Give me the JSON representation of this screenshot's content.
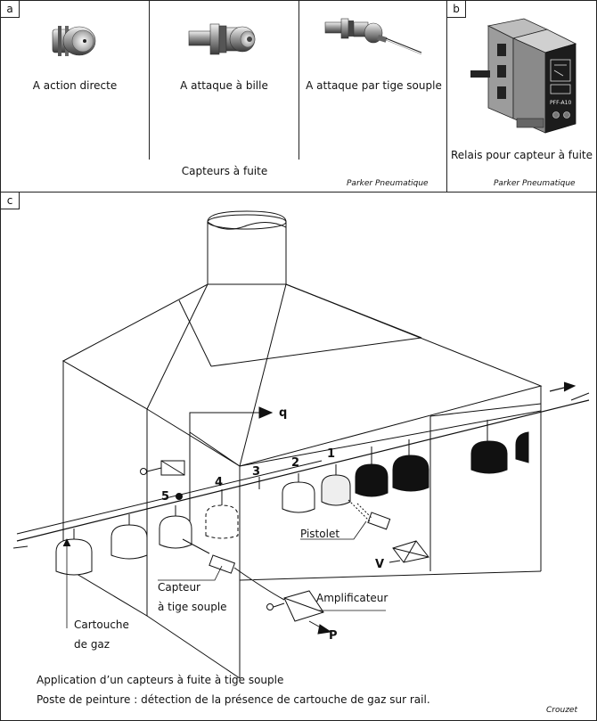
{
  "panel_a": {
    "tag": "a",
    "items": [
      {
        "label": "A action directe"
      },
      {
        "label": "A attaque à  bille"
      },
      {
        "label": "A attaque par tige souple"
      }
    ],
    "caption": "Capteurs à fuite",
    "credit": "Parker Pneumatique"
  },
  "panel_b": {
    "tag": "b",
    "device_text": "PFF-A10",
    "caption": "Relais pour capteur à fuite",
    "credit": "Parker Pneumatique"
  },
  "panel_c": {
    "tag": "c",
    "labels": {
      "q": "q",
      "n1": "1",
      "n2": "2",
      "n3": "3",
      "n4": "4",
      "n5": "5",
      "pistolet": "Pistolet",
      "v": "V",
      "capteur_1": "Capteur",
      "capteur_2": "à tige souple",
      "amplificateur": "Amplificateur",
      "p": "P",
      "cartouche_1": "Cartouche",
      "cartouche_2": "de gaz"
    },
    "caption_1": "Application d’un capteurs à fuite à tige souple",
    "caption_2": "Poste de peinture : détection de la présence de cartouche de gaz sur rail.",
    "credit": "Crouzet"
  }
}
